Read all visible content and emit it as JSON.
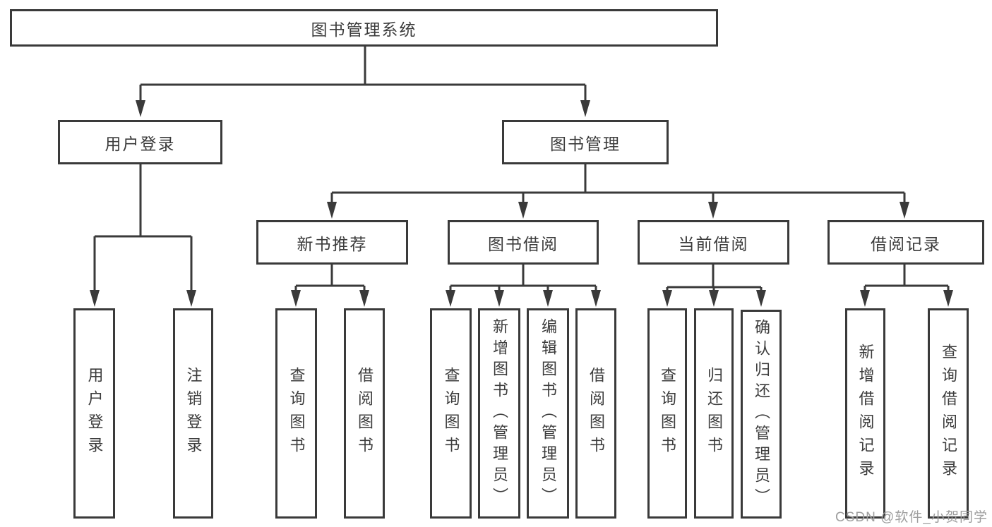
{
  "diagram": {
    "title": "图书管理系统",
    "colors": {
      "line": "#3a3a3a",
      "box_border": "#3a3a3a",
      "text": "#3c3c3c",
      "watermark": "#9e9e9e",
      "background": "#ffffff"
    },
    "nodes": {
      "root": {
        "label": "图书管理系统"
      },
      "level2": {
        "user_login": {
          "label": "用户登录"
        },
        "book_management": {
          "label": "图书管理"
        }
      },
      "level3": {
        "new_book_recommend": {
          "label": "新书推荐"
        },
        "book_borrow": {
          "label": "图书借阅"
        },
        "current_borrow": {
          "label": "当前借阅"
        },
        "borrow_records": {
          "label": "借阅记录"
        }
      },
      "leaves": {
        "under_user_login": [
          "用户登录",
          "注销登录"
        ],
        "under_new_book_recommend": [
          "查询图书",
          "借阅图书"
        ],
        "under_book_borrow": [
          "查询图书",
          "新增图书（管理员）",
          "编辑图书（管理员）",
          "借阅图书"
        ],
        "under_current_borrow": [
          "查询图书",
          "归还图书",
          "确认归还（管理员）"
        ],
        "under_borrow_records": [
          "新增借阅记录",
          "查询借阅记录"
        ]
      }
    },
    "watermark": "CSDN @软件_小贺同学"
  }
}
